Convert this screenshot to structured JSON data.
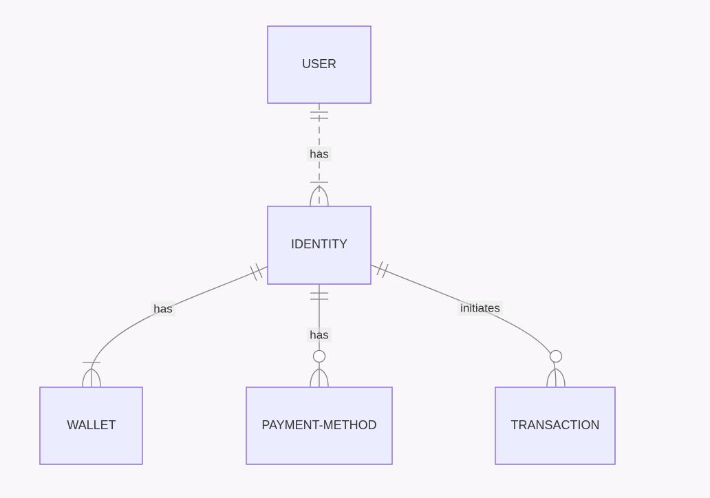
{
  "entities": {
    "user": "USER",
    "identity": "IDENTITY",
    "wallet": "WALLET",
    "payment_method": "PAYMENT-METHOD",
    "transaction": "TRANSACTION"
  },
  "relationships": {
    "user_identity": "has",
    "identity_wallet": "has",
    "identity_payment_method": "has",
    "identity_transaction": "initiates"
  },
  "colors": {
    "entity_fill": "#ececff",
    "entity_border": "#9370db",
    "line": "#808080",
    "background": "#f9f7f9"
  }
}
